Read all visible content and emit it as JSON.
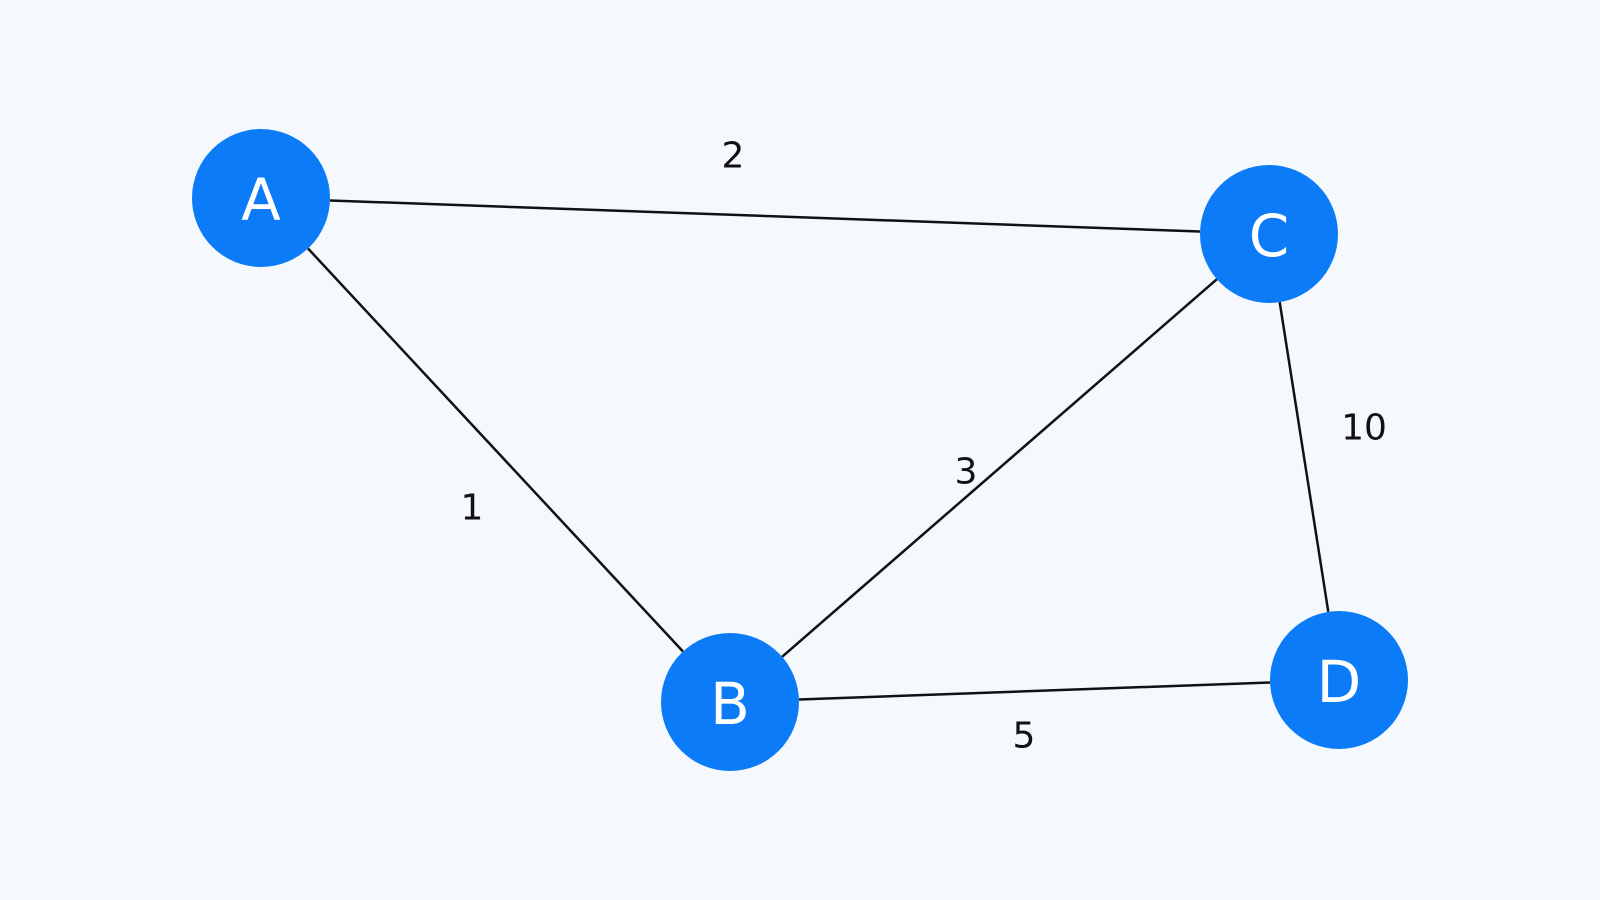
{
  "graph": {
    "node_color": "#0b7bf7",
    "node_text_color": "#ffffff",
    "edge_color": "#111111",
    "background": "#f5f9fd",
    "nodes": [
      {
        "id": "A",
        "label": "A"
      },
      {
        "id": "B",
        "label": "B"
      },
      {
        "id": "C",
        "label": "C"
      },
      {
        "id": "D",
        "label": "D"
      }
    ],
    "edges": [
      {
        "from": "A",
        "to": "C",
        "weight": "2"
      },
      {
        "from": "A",
        "to": "B",
        "weight": "1"
      },
      {
        "from": "B",
        "to": "C",
        "weight": "3"
      },
      {
        "from": "C",
        "to": "D",
        "weight": "10"
      },
      {
        "from": "B",
        "to": "D",
        "weight": "5"
      }
    ]
  }
}
